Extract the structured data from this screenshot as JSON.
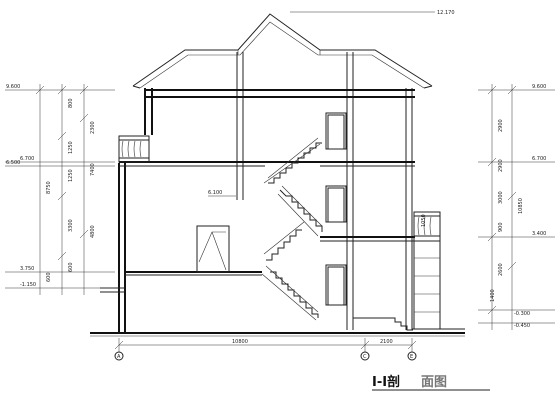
{
  "title": {
    "main": "I-I剖",
    "suffix": "面图"
  },
  "ridge_elevation": "12.170",
  "left_column": {
    "elevations": [
      "9.600",
      "6.700",
      "6.500",
      "3.750",
      "-1.150"
    ],
    "dims_inner": [
      "800",
      "2300",
      "1250",
      "1250",
      "3300",
      "600"
    ],
    "dims_outer": [
      "7400",
      "8750",
      "4800",
      "600"
    ]
  },
  "right_column": {
    "elevations": [
      "9.600",
      "6.700",
      "3.400",
      "-0.300",
      "-0.450"
    ],
    "dims_inner": [
      "2900",
      "2900",
      "3000",
      "2600",
      "900",
      "1400"
    ],
    "dims_outer": [
      "10850"
    ]
  },
  "interior_labels": {
    "landing_elevation": "6.100",
    "parapet_dim": "1050"
  },
  "bottom_dims": {
    "span_left": "10800",
    "span_right": "2100"
  },
  "axis_labels": {
    "a": "A",
    "b": "C",
    "c": "E"
  }
}
